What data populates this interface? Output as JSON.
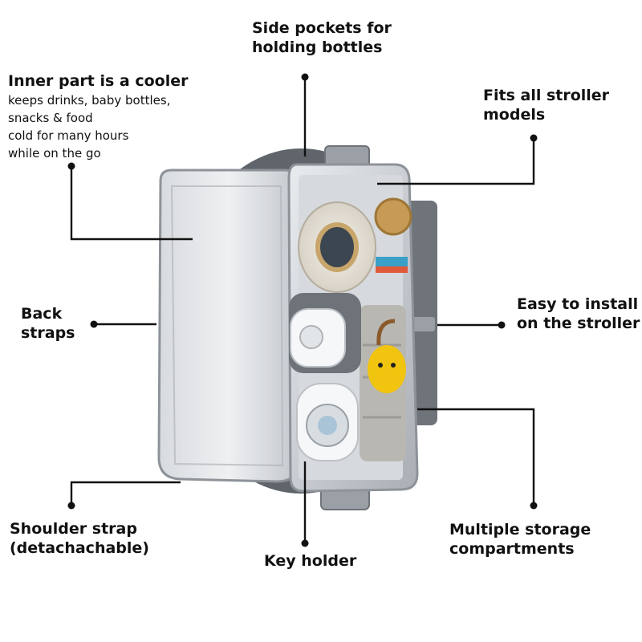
{
  "callouts": {
    "side_pockets": {
      "line1": "Side pockets for",
      "line2": "holding bottles"
    },
    "inner_cooler": {
      "title": "Inner part is a cooler",
      "desc": [
        "keeps drinks, baby bottles,",
        "snacks & food",
        "cold for many hours",
        "while on the go"
      ]
    },
    "fits_stroller": {
      "line1": "Fits all stroller",
      "line2": "models"
    },
    "back_straps": {
      "line1": "Back",
      "line2": "straps"
    },
    "easy_install": {
      "line1": "Easy to install",
      "line2": "on the stroller"
    },
    "shoulder_strap": {
      "line1": "Shoulder strap",
      "line2": "(detachachable)"
    },
    "key_holder": {
      "label": "Key holder"
    },
    "storage": {
      "line1": "Multiple storage",
      "line2": "compartments"
    }
  },
  "colors": {
    "text": "#111111",
    "leader_line": "#111111",
    "bag_silver": "#c9cdd2",
    "bag_shadow": "#8e9399",
    "strap_gray": "#6f747a",
    "towel_gray": "#b9b7b2",
    "duck_yellow": "#f1c40f",
    "wood": "#c79a55"
  },
  "product_image": "open stroller organizer cooler bag"
}
